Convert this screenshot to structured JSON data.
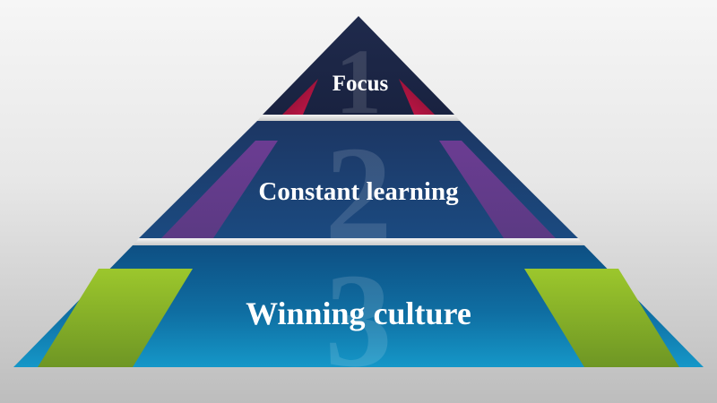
{
  "pyramid": {
    "tiers": [
      {
        "number": "1",
        "label": "Focus"
      },
      {
        "number": "2",
        "label": "Constant learning"
      },
      {
        "number": "3",
        "label": "Winning culture"
      }
    ]
  },
  "colors": {
    "tier_top": "#1b2545",
    "tier_middle": "#1b3d6e",
    "tier_bottom": "#0f70a2",
    "accent_top": "#b5143e",
    "accent_middle": "#6a3f8c",
    "accent_bottom": "#8cbd2a",
    "separator": "#dcdcdc"
  }
}
